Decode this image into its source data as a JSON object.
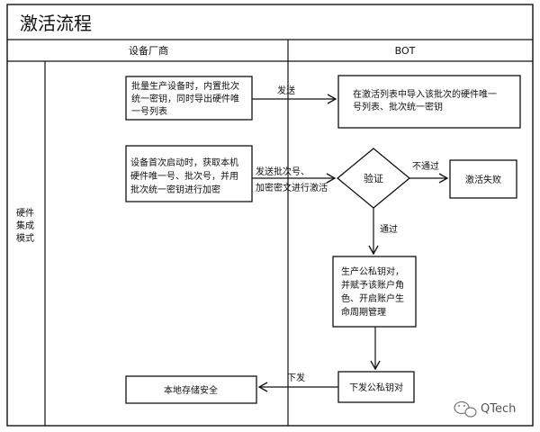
{
  "title": "激活流程",
  "lanes": {
    "vendor": "设备厂商",
    "bot": "BOT",
    "row_label": [
      "硬件",
      "集成",
      "模式"
    ]
  },
  "nodes": {
    "batch_produce": [
      "批量生产设备时，内置批次",
      "统一密钥，同时导出硬件唯",
      "一号列表"
    ],
    "import_list": [
      "在激活列表中导入该批次的硬件唯一",
      "号列表、批次统一密钥"
    ],
    "first_boot": [
      "设备首次启动时，获取本机",
      "硬件唯一号、批次号，并用",
      "批次统一密钥进行加密"
    ],
    "verify": "验证",
    "activation_failed": "激活失败",
    "generate_keys": [
      "生产公私钥对，",
      "并赋予该账户角",
      "色、开启账户生",
      "命周期管理"
    ],
    "issue_keys": "下发公私钥对",
    "local_storage": "本地存储安全"
  },
  "edges": {
    "send": "发送",
    "send_batch": [
      "发送批次号、",
      "加密密文进行激活"
    ],
    "not_passed": "不通过",
    "passed": "通过",
    "issue": "下发"
  },
  "watermark": "QTech"
}
